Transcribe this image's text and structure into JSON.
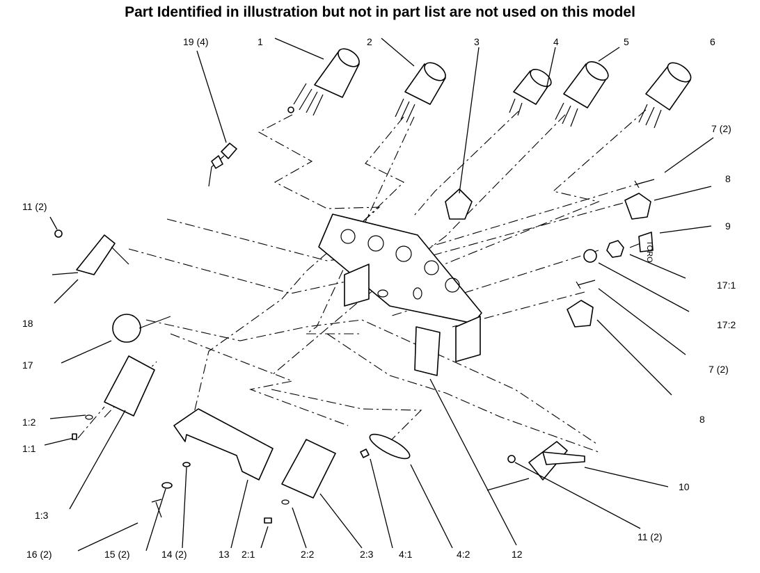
{
  "title": "Part Identified in illustration but not in part list are not used on this model",
  "callouts": [
    {
      "id": "c19",
      "text": "19 (4)"
    },
    {
      "id": "c1",
      "text": "1"
    },
    {
      "id": "c2",
      "text": "2"
    },
    {
      "id": "c3",
      "text": "3"
    },
    {
      "id": "c4",
      "text": "4"
    },
    {
      "id": "c5",
      "text": "5"
    },
    {
      "id": "c6",
      "text": "6"
    },
    {
      "id": "c7a",
      "text": "7 (2)"
    },
    {
      "id": "c8a",
      "text": "8"
    },
    {
      "id": "c9",
      "text": "9"
    },
    {
      "id": "c171",
      "text": "17:1"
    },
    {
      "id": "c172",
      "text": "17:2"
    },
    {
      "id": "c7b",
      "text": "7 (2)"
    },
    {
      "id": "c8b",
      "text": "8"
    },
    {
      "id": "c10",
      "text": "10"
    },
    {
      "id": "c11b",
      "text": "11 (2)"
    },
    {
      "id": "c11a",
      "text": "11 (2)"
    },
    {
      "id": "c18",
      "text": "18"
    },
    {
      "id": "c17",
      "text": "17"
    },
    {
      "id": "c12a",
      "text": "1:2"
    },
    {
      "id": "c11x",
      "text": "1:1"
    },
    {
      "id": "c13x",
      "text": "1:3"
    },
    {
      "id": "c16",
      "text": "16 (2)"
    },
    {
      "id": "c15",
      "text": "15 (2)"
    },
    {
      "id": "c14",
      "text": "14 (2)"
    },
    {
      "id": "c13",
      "text": "13"
    },
    {
      "id": "c21",
      "text": "2:1"
    },
    {
      "id": "c22",
      "text": "2:2"
    },
    {
      "id": "c23",
      "text": "2:3"
    },
    {
      "id": "c41",
      "text": "4:1"
    },
    {
      "id": "c42",
      "text": "4:2"
    },
    {
      "id": "c12",
      "text": "12"
    }
  ],
  "brand_text": "TORO"
}
